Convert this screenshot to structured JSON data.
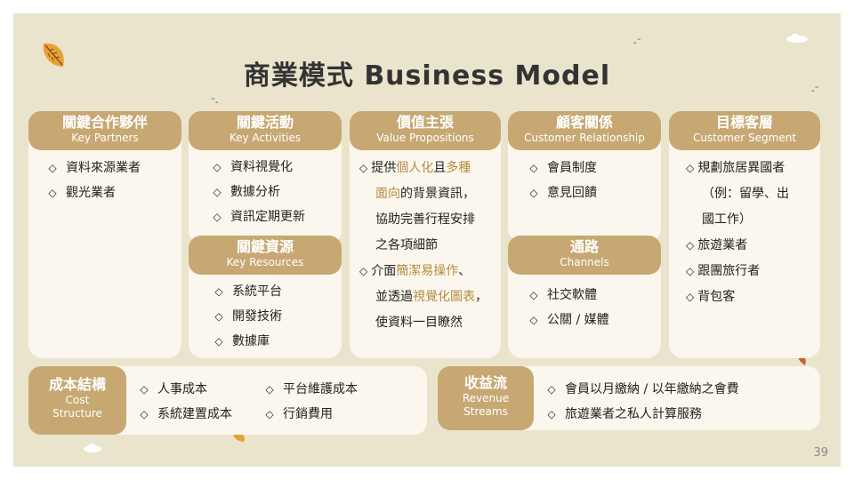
{
  "title": "商業模式 Business Model",
  "page_number": "39",
  "colors": {
    "background": "#EAE4CC",
    "header": "#C7A873",
    "card": "#FBF7EE",
    "highlight": "#B38B3F"
  },
  "bullet_glyph": "◇",
  "key_partners": {
    "zh": "關鍵合作夥伴",
    "en": "Key Partners",
    "items": [
      "資料來源業者",
      "觀光業者"
    ]
  },
  "key_activities": {
    "zh": "關鍵活動",
    "en": "Key Activities",
    "items": [
      "資料視覺化",
      "數據分析",
      "資訊定期更新"
    ]
  },
  "key_resources": {
    "zh": "關鍵資源",
    "en": "Key Resources",
    "items": [
      "系統平台",
      "開發技術",
      "數據庫"
    ]
  },
  "value_propositions": {
    "zh": "價值主張",
    "en": "Value Propositions",
    "line1_a": "提供",
    "line1_hl1": "個人化",
    "line1_b": "且",
    "line1_hl2": "多種",
    "line2_hl": "面向",
    "line2_b": "的背景資訊，",
    "line3": "協助完善行程安排",
    "line4": "之各項細節",
    "line5_a": "介面",
    "line5_hl": "簡潔易操作",
    "line5_b": "、",
    "line6_a": "並透過",
    "line6_hl": "視覺化圖表",
    "line6_b": "，",
    "line7": "使資料一目瞭然"
  },
  "customer_relationship": {
    "zh": "顧客關係",
    "en": "Customer Relationship",
    "items": [
      "會員制度",
      "意見回饋"
    ]
  },
  "channels": {
    "zh": "通路",
    "en": "Channels",
    "items": [
      "社交軟體",
      "公關 / 媒體"
    ]
  },
  "customer_segment": {
    "zh": "目標客層",
    "en": "Customer Segment",
    "item1_l1": "規劃旅居異國者",
    "item1_l2": "（例：留學、出",
    "item1_l3": "國工作）",
    "items": [
      "旅遊業者",
      "跟團旅行者",
      "背包客"
    ]
  },
  "cost_structure": {
    "zh": "成本結構",
    "en1": "Cost",
    "en2": "Structure",
    "items": [
      "人事成本",
      "平台維護成本",
      "系統建置成本",
      "行銷費用"
    ]
  },
  "revenue_streams": {
    "zh": "收益流",
    "en1": "Revenue",
    "en2": "Streams",
    "items": [
      "會員以月繳納 / 以年繳納之會費",
      "旅遊業者之私人計算服務"
    ]
  }
}
